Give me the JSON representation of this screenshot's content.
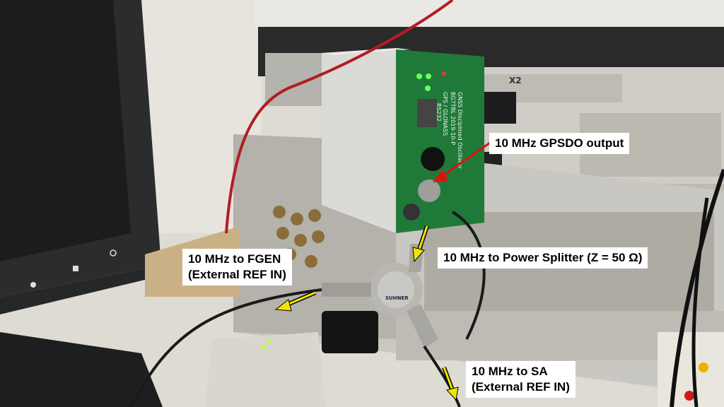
{
  "annotations": {
    "gpsdo_output": "10 MHz GPSDO output",
    "power_splitter": "10 MHz to Power Splitter (Z = 50 Ω)",
    "fgen_line1": "10 MHz to FGEN",
    "fgen_line2": "(External REF IN)",
    "sa_line1": "10 MHz to SA",
    "sa_line2": "(External REF IN)"
  },
  "device_markings": {
    "module_title_1": "GNSS Disciplined Oscillator",
    "module_title_2": "BG7TBL 2019-10-P",
    "module_title_3": "GPS / GLONASS",
    "port_label": "RS232",
    "splitter_brand": "SUHNER",
    "instrument_tag": "X2"
  },
  "colors": {
    "arrow_red": "#e01010",
    "arrow_yellow": "#f2e600",
    "pcb_green": "#1f7a3a",
    "label_bg": "#ffffff"
  }
}
